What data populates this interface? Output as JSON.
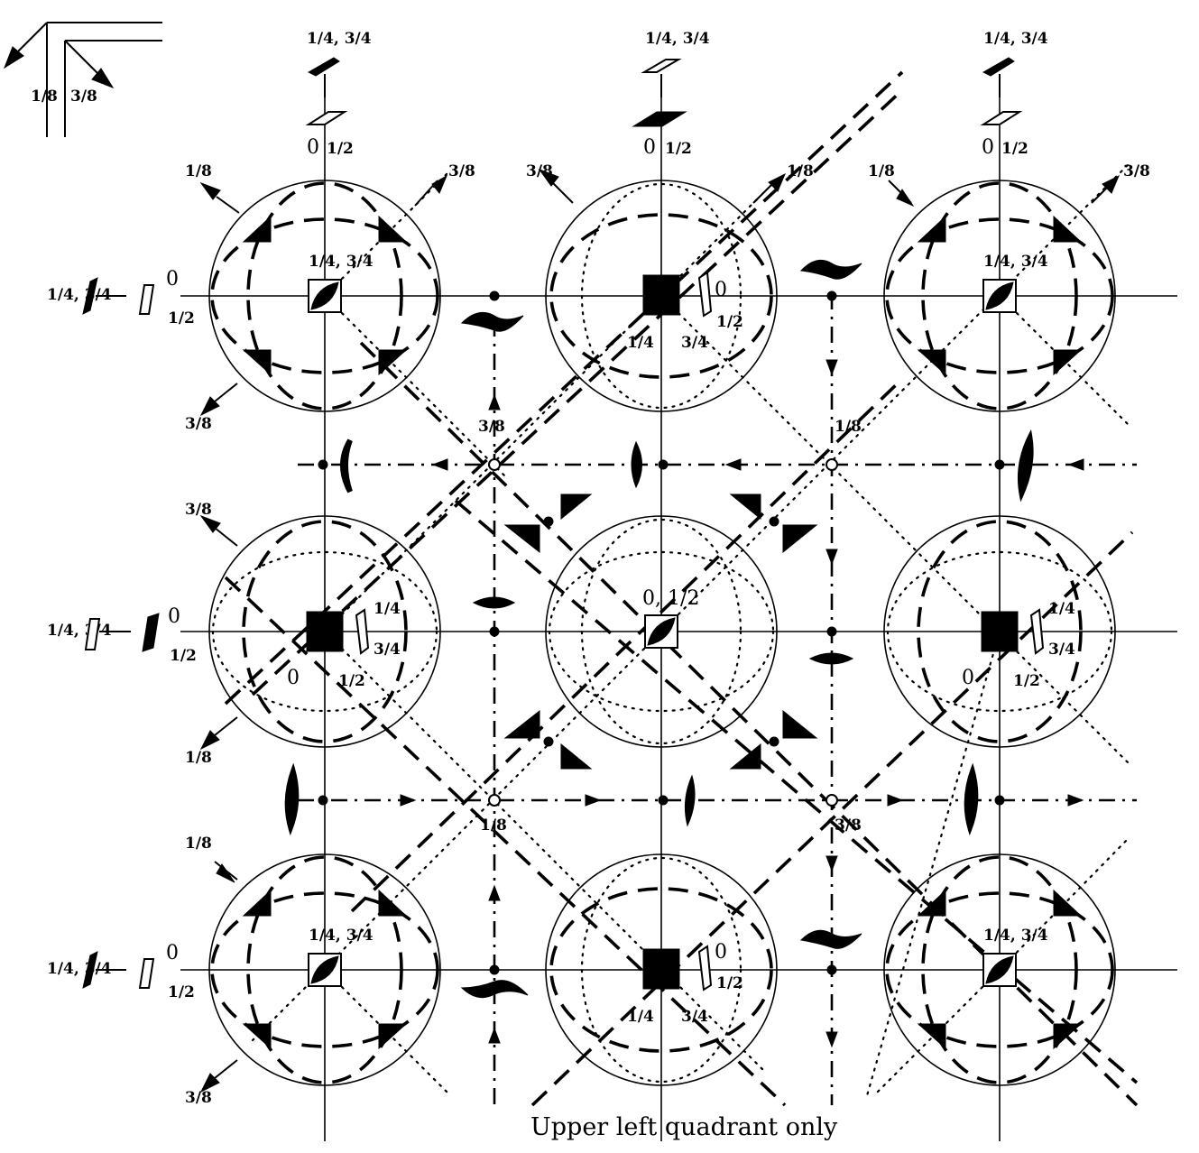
{
  "caption": "Upper left quadrant only",
  "axes_symbol": {
    "left": "1/8",
    "right": "3/8"
  },
  "top_row": [
    {
      "heights": "1/4, 3/4",
      "base": "0",
      "top": "1/2"
    },
    {
      "heights": "1/4, 3/4",
      "base": "0",
      "top": "1/2"
    },
    {
      "heights": "1/4, 3/4",
      "base": "0",
      "top": "1/2"
    }
  ],
  "left_column": [
    {
      "heights": "1/4, 3/4",
      "base": "0",
      "top": "1/2"
    },
    {
      "heights": "1/4, 3/4",
      "base": "0",
      "top": "1/2"
    },
    {
      "heights": "1/4, 3/4",
      "base": "0",
      "top": "1/2"
    }
  ],
  "corner_fractions": {
    "one_eighth": "1/8",
    "three_eighths": "3/8"
  },
  "center_labels": {
    "corner_cell": "1/4, 3/4",
    "center_cell": "0, 1/2",
    "edge_cell_top": "0",
    "edge_cell_half": "1/2",
    "edge_cell_quarter": "1/4",
    "edge_cell_three_quarter": "3/4"
  },
  "inversion_heights": {
    "a": "3/8",
    "b": "1/8",
    "c": "1/8",
    "d": "3/8"
  }
}
